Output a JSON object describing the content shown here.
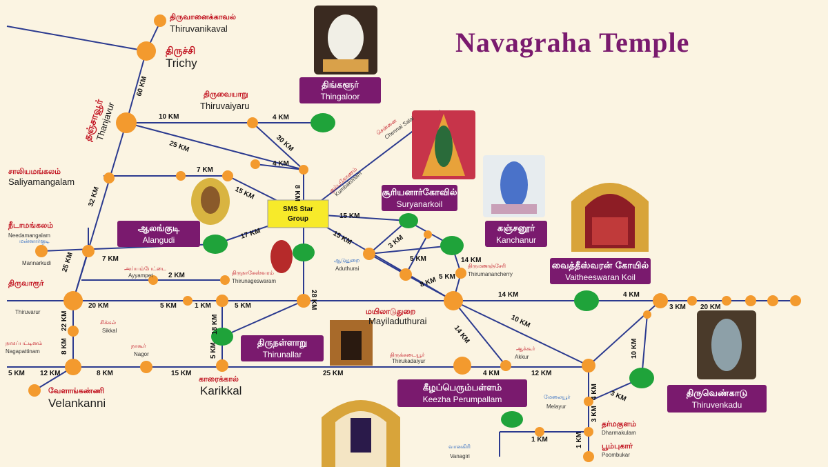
{
  "title": "Navagraha Temple",
  "colors": {
    "road": "#2b3a8f",
    "town": "#f39a2e",
    "temple": "#1fa33a",
    "label_box": "#7a1a6e",
    "title": "#7a1a6e",
    "tamil_text": "#c1121f",
    "sms_box": "#f7ea2a"
  },
  "sms_box": {
    "line1": "SMS Star",
    "line2": "Group"
  },
  "temples": [
    {
      "tamil": "திங்களூர்",
      "name": "Thingaloor"
    },
    {
      "tamil": "சூரியனார்கோவில்",
      "name": "Suryanarkoil"
    },
    {
      "tamil": "கஞ்சனூர்",
      "name": "Kanchanur"
    },
    {
      "tamil": "ஆலங்குடி",
      "name": "Alangudi"
    },
    {
      "tamil": "வைத்தீஸ்வரன் கோயில்",
      "name": "Vaitheeswaran Koil"
    },
    {
      "tamil": "திருநள்ளாறு",
      "name": "Thirunallar"
    },
    {
      "tamil": "கீழப்பெரும்பள்ளம்",
      "name": "Keezha Perumpallam"
    },
    {
      "tamil": "திருவெண்காடு",
      "name": "Thiruvenkadu"
    }
  ],
  "towns": {
    "thiruvanikaval": {
      "tamil": "திருவானைக்காவல்",
      "name": "Thiruvanikaval"
    },
    "trichy": {
      "tamil": "திருச்சி",
      "name": "Trichy"
    },
    "thanjavur": {
      "tamil": "தஞ்சாவூர்",
      "name": "Thanjavur"
    },
    "thiruvaiyaru": {
      "tamil": "திருவையாறு",
      "name": "Thiruvaiyaru"
    },
    "saliyamangalam": {
      "tamil": "சாலியமங்கலம்",
      "name": "Saliyamangalam"
    },
    "needamangalam": {
      "tamil": "நீடாமங்கலம்",
      "name": "Needamangalam"
    },
    "mannargudi": {
      "tamil": "மன்னார்குடி",
      "name": "Mannarkudi"
    },
    "ayyampet": {
      "tamil": "அய்யம்பேட்டை",
      "name": "Ayyampet"
    },
    "kumbakonam": {
      "tamil": "கும்பகோணம்",
      "name": "Kumbakonam"
    },
    "chennai": {
      "tamil": "சென்னை",
      "name": "Chennai Salai"
    },
    "thiruvarur": {
      "tamil": "திருவாரூர்",
      "name": "Thiruvarur"
    },
    "aduthurai": {
      "tamil": "ஆடுதுறை",
      "name": "Aduthurai"
    },
    "thirumanancherry": {
      "tamil": "திருமணஞ்சேரி",
      "name": "Thirumanancherry"
    },
    "mayiladuthurai": {
      "tamil": "மயிலாடுதுறை",
      "name": "Mayiladuthurai"
    },
    "sikkal": {
      "tamil": "சிக்கல்",
      "name": "Sikkal"
    },
    "nagapattinam": {
      "tamil": "நாகப்பட்டினம்",
      "name": "Nagapattinam"
    },
    "nagore": {
      "tamil": "நாகூர்",
      "name": "Nagor"
    },
    "karaikal": {
      "tamil": "காரைக்கால்",
      "name": "Karikkal"
    },
    "velankanni": {
      "tamil": "வேளாங்கண்ணி",
      "name": "Velankanni"
    },
    "thirukadaiyur": {
      "tamil": "திருக்கடையூர்",
      "name": "Thirukadaiyur"
    },
    "akkur": {
      "tamil": "ஆக்கூர்",
      "name": "Akkur"
    },
    "melayur": {
      "tamil": "மேலையூர்",
      "name": "Melayur"
    },
    "dharmakulam": {
      "tamil": "தர்மகுளம்",
      "name": "Dharmakulam"
    },
    "poombukar": {
      "tamil": "பூம்புகார்",
      "name": "Poombukar"
    },
    "vanagiri": {
      "tamil": "வானகிரி",
      "name": "Vanagiri"
    },
    "thirunageswaram": {
      "tamil": "திருநாகேஸ்வரம்",
      "name": "Thirunageswaram"
    }
  },
  "distances": {
    "trichy_thanjavur": "60 KM",
    "thanjavur_thiruvaiyaru": "10 KM",
    "thiruvaiyaru_thingaloor": "4 KM",
    "thiruvaiyaru_kumbakonam": "30 KM",
    "thanjavur_kumbakonam": "25 KM",
    "papanasam_road": "7 KM",
    "papanasam_kumbakonam": "4 KM",
    "saliyamangalam_alangudi": "15 KM",
    "kumbakonam_south": "8 KM",
    "kumbakonam_surya": "15 KM",
    "kumbakonam_aduthurai": "15 KM",
    "needamangalam_alangudi": "17 KM",
    "mannargudi_road": "7 KM",
    "thanjavur_thiruvarur": "32 KM",
    "thiruvarur_mannargudi": "25 KM",
    "ayyampet_road": "2 KM",
    "surya_kanchanur": "3 KM",
    "aduthurai_kanchanur": "5 KM",
    "kanchanur_mayiladuthurai": "14 KM",
    "thirumanancherry": "5 KM",
    "kuthalam": "8 KM",
    "thiruvarur_mayiladuthurai": "20 KM",
    "road_a": "5 KM",
    "road_b": "1 KM",
    "road_c": "5 KM",
    "kumbakonam_mayiladuthurai": "28 KM",
    "mayiladuthurai_vaitheeswaran": "14 KM",
    "vaitheeswaran_east": "4 KM",
    "east_a": "3 KM",
    "east_b": "20 KM",
    "mayiladuthurai_akkur": "14 KM",
    "mayiladuthurai_road": "10 KM",
    "thirunallar_road": "18 KM",
    "thiruvarur_sikkal": "22 KM",
    "sikkal_nagapattinam": "8 KM",
    "karaikal_thirunallar": "5 KM",
    "nagapattinam_nagore": "8 KM",
    "nagore_karaikal": "15 KM",
    "karaikal_thirukadaiyur": "25 KM",
    "thirukadaiyur_akkur": "4 KM",
    "akkur_junction": "12 KM",
    "junction_thiruvenkadu": "10 KM",
    "melayur_road": "4 KM",
    "melayur_thiruvenkadu": "3 KM",
    "dharmakulam_road": "3 KM",
    "vanagiri_road": "1 KM",
    "poombukar_road": "1 KM",
    "velankanni_a": "5 KM",
    "velankanni_b": "12 KM"
  }
}
